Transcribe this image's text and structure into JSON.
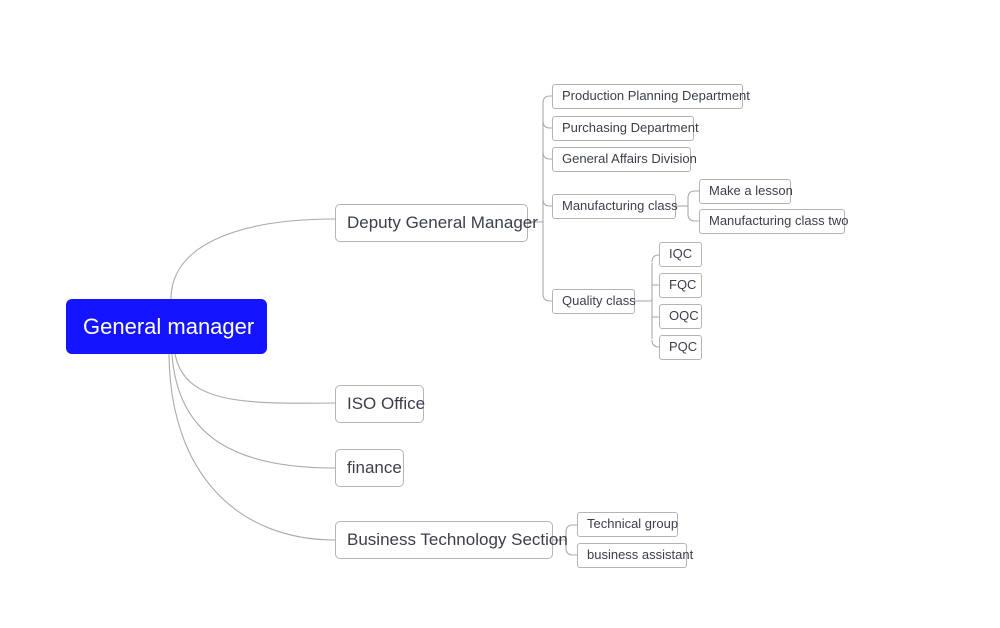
{
  "diagram": {
    "type": "mind-map",
    "title": "General manager organization chart",
    "background_color": "#ffffff",
    "root_fill_color": "#1414ff",
    "root_text_color": "#ffffff",
    "node_border_color": "#b4b4b4",
    "node_text_color": "#3a3f4b",
    "edge_color": "#aaaaaa"
  },
  "nodes": {
    "root": {
      "label": "General manager"
    },
    "deputy_general_manager": {
      "label": "Deputy General Manager"
    },
    "iso_office": {
      "label": "ISO Office"
    },
    "finance": {
      "label": "finance"
    },
    "business_technology_section": {
      "label": "Business Technology Section"
    },
    "production_planning_department": {
      "label": "Production Planning Department"
    },
    "purchasing_department": {
      "label": "Purchasing Department"
    },
    "general_affairs_division": {
      "label": "General Affairs Division"
    },
    "manufacturing_class": {
      "label": "Manufacturing class"
    },
    "quality_class": {
      "label": "Quality class"
    },
    "make_a_lesson": {
      "label": "Make a lesson"
    },
    "manufacturing_class_two": {
      "label": "Manufacturing class two"
    },
    "iqc": {
      "label": "IQC"
    },
    "fqc": {
      "label": "FQC"
    },
    "oqc": {
      "label": "OQC"
    },
    "pqc": {
      "label": "PQC"
    },
    "technical_group": {
      "label": "Technical group"
    },
    "business_assistant": {
      "label": "business assistant"
    }
  },
  "hierarchy": {
    "root": "General manager",
    "children": [
      {
        "label": "Deputy General Manager",
        "children": [
          {
            "label": "Production Planning Department",
            "children": []
          },
          {
            "label": "Purchasing Department",
            "children": []
          },
          {
            "label": "General Affairs Division",
            "children": []
          },
          {
            "label": "Manufacturing class",
            "children": [
              {
                "label": "Make a lesson",
                "children": []
              },
              {
                "label": "Manufacturing class two",
                "children": []
              }
            ]
          },
          {
            "label": "Quality class",
            "children": [
              {
                "label": "IQC",
                "children": []
              },
              {
                "label": "FQC",
                "children": []
              },
              {
                "label": "OQC",
                "children": []
              },
              {
                "label": "PQC",
                "children": []
              }
            ]
          }
        ]
      },
      {
        "label": "ISO Office",
        "children": []
      },
      {
        "label": "finance",
        "children": []
      },
      {
        "label": "Business Technology Section",
        "children": [
          {
            "label": "Technical group",
            "children": []
          },
          {
            "label": "business assistant",
            "children": []
          }
        ]
      }
    ]
  }
}
